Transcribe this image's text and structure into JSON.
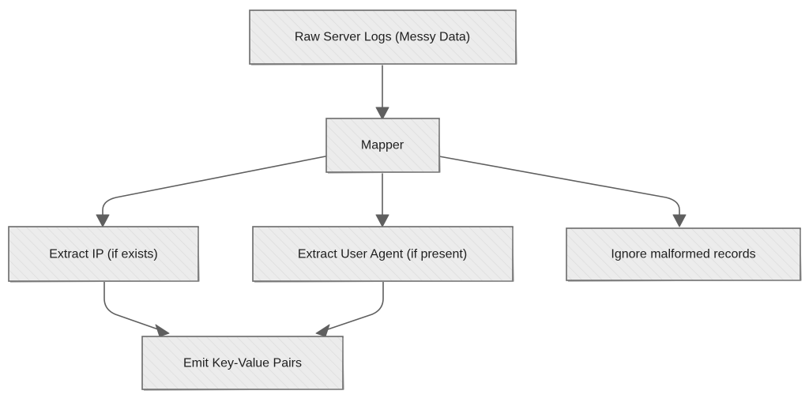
{
  "diagram": {
    "nodes": {
      "raw_logs": "Raw Server Logs (Messy Data)",
      "mapper": "Mapper",
      "extract_ip": "Extract IP (if exists)",
      "extract_ua": "Extract User Agent (if present)",
      "ignore_malformed": "Ignore malformed records",
      "emit_kv": "Emit Key-Value Pairs"
    },
    "edges": [
      {
        "from": "raw_logs",
        "to": "mapper"
      },
      {
        "from": "mapper",
        "to": "extract_ip"
      },
      {
        "from": "mapper",
        "to": "extract_ua"
      },
      {
        "from": "mapper",
        "to": "ignore_malformed"
      },
      {
        "from": "extract_ip",
        "to": "emit_kv"
      },
      {
        "from": "extract_ua",
        "to": "emit_kv"
      }
    ],
    "colors": {
      "node_fill": "#e9e9e9",
      "node_stroke": "#6b6b6b",
      "edge": "#5f5f5f",
      "text": "#1e1e1e"
    }
  }
}
